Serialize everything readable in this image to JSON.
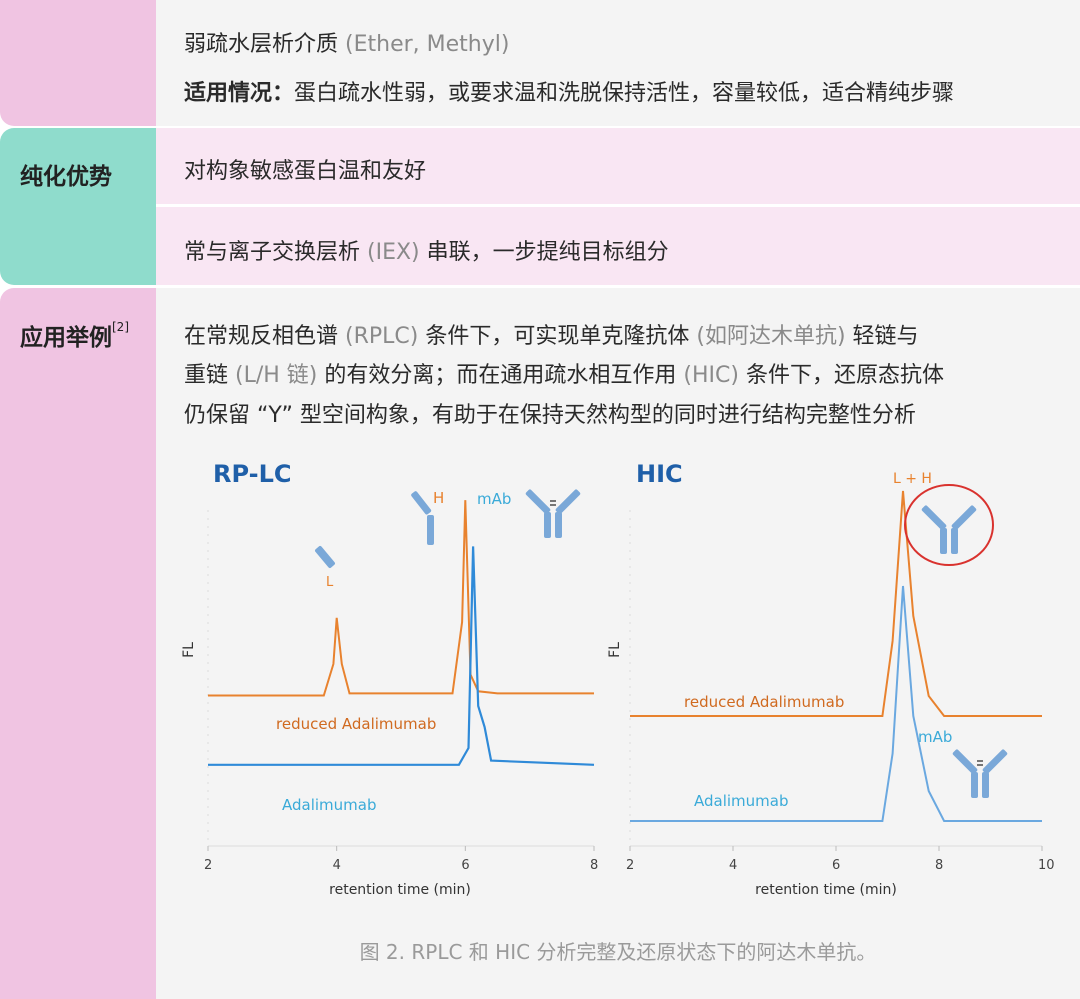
{
  "row_top": {
    "title_main": "弱疏水层析介质",
    "title_paren": "(Ether, Methyl)",
    "usage_label": "适用情况：",
    "usage_text": "蛋白疏水性弱，或要求温和洗脱保持活性，容量较低，适合精纯步骤"
  },
  "advantage": {
    "label": "纯化优势",
    "item1": "对构象敏感蛋白温和友好",
    "item2_a": "常与离子交换层析",
    "item2_b": "(IEX)",
    "item2_c": "串联，一步提纯目标组分"
  },
  "example": {
    "label": "应用举例",
    "ref": "[2]",
    "line1_a": "在常规反相色谱",
    "line1_b": "(RPLC)",
    "line1_c": "条件下，可实现单克隆抗体",
    "line1_d": "(如阿达木单抗)",
    "line1_e": "轻链与",
    "line2_a": "重链",
    "line2_b": "(L/H 链)",
    "line2_c": "的有效分离；而在通用疏水相互作用",
    "line2_d": "(HIC)",
    "line2_e": "条件下，还原态抗体",
    "line3": "仍保留 “Y” 型空间构象，有助于在保持天然构型的同时进行结构完整性分析"
  },
  "caption": "图 2. RPLC 和 HIC 分析完整及还原状态下的阿达木单抗。",
  "colors": {
    "orange": "#e8822e",
    "blue": "#2f8ad8",
    "title_blue": "#1f5fa8",
    "antibody": "#7aa8d8",
    "circle": "#d9322e"
  },
  "chart_data": [
    {
      "type": "line",
      "title": "RP-LC",
      "xlabel": "retention time (min)",
      "ylabel": "FL",
      "xlim": [
        2,
        8
      ],
      "xticks": [
        "2",
        "4",
        "6",
        "8"
      ],
      "series": [
        {
          "name": "reduced Adalimumab",
          "x": [
            2,
            3.8,
            3.95,
            4.0,
            4.08,
            4.2,
            5.8,
            5.95,
            6.0,
            6.08,
            6.2,
            6.5,
            8
          ],
          "y": [
            0.05,
            0.05,
            0.2,
            0.42,
            0.2,
            0.06,
            0.06,
            0.4,
            0.98,
            0.15,
            0.07,
            0.06,
            0.06
          ]
        },
        {
          "name": "Adalimumab",
          "x": [
            2,
            5.9,
            6.05,
            6.12,
            6.2,
            6.3,
            6.4,
            8
          ],
          "y": [
            -0.28,
            -0.28,
            -0.2,
            0.76,
            0.0,
            -0.1,
            -0.26,
            -0.28
          ]
        }
      ],
      "annotations": [
        "L",
        "H",
        "mAb"
      ]
    },
    {
      "type": "line",
      "title": "HIC",
      "xlabel": "retention time (min)",
      "ylabel": "FL",
      "xlim": [
        2,
        10
      ],
      "xticks": [
        "2",
        "4",
        "6",
        "8",
        "10"
      ],
      "series": [
        {
          "name": "reduced Adalimumab",
          "x": [
            2,
            6.9,
            7.1,
            7.3,
            7.5,
            7.8,
            8.1,
            10
          ],
          "y": [
            0.0,
            0.0,
            0.3,
            0.9,
            0.4,
            0.08,
            0.0,
            0.0
          ]
        },
        {
          "name": "Adalimumab",
          "x": [
            2,
            6.9,
            7.1,
            7.3,
            7.5,
            7.8,
            8.1,
            10
          ],
          "y": [
            -0.42,
            -0.42,
            -0.15,
            0.52,
            0.0,
            -0.3,
            -0.42,
            -0.42
          ]
        }
      ],
      "annotations": [
        "L + H",
        "mAb"
      ]
    }
  ]
}
